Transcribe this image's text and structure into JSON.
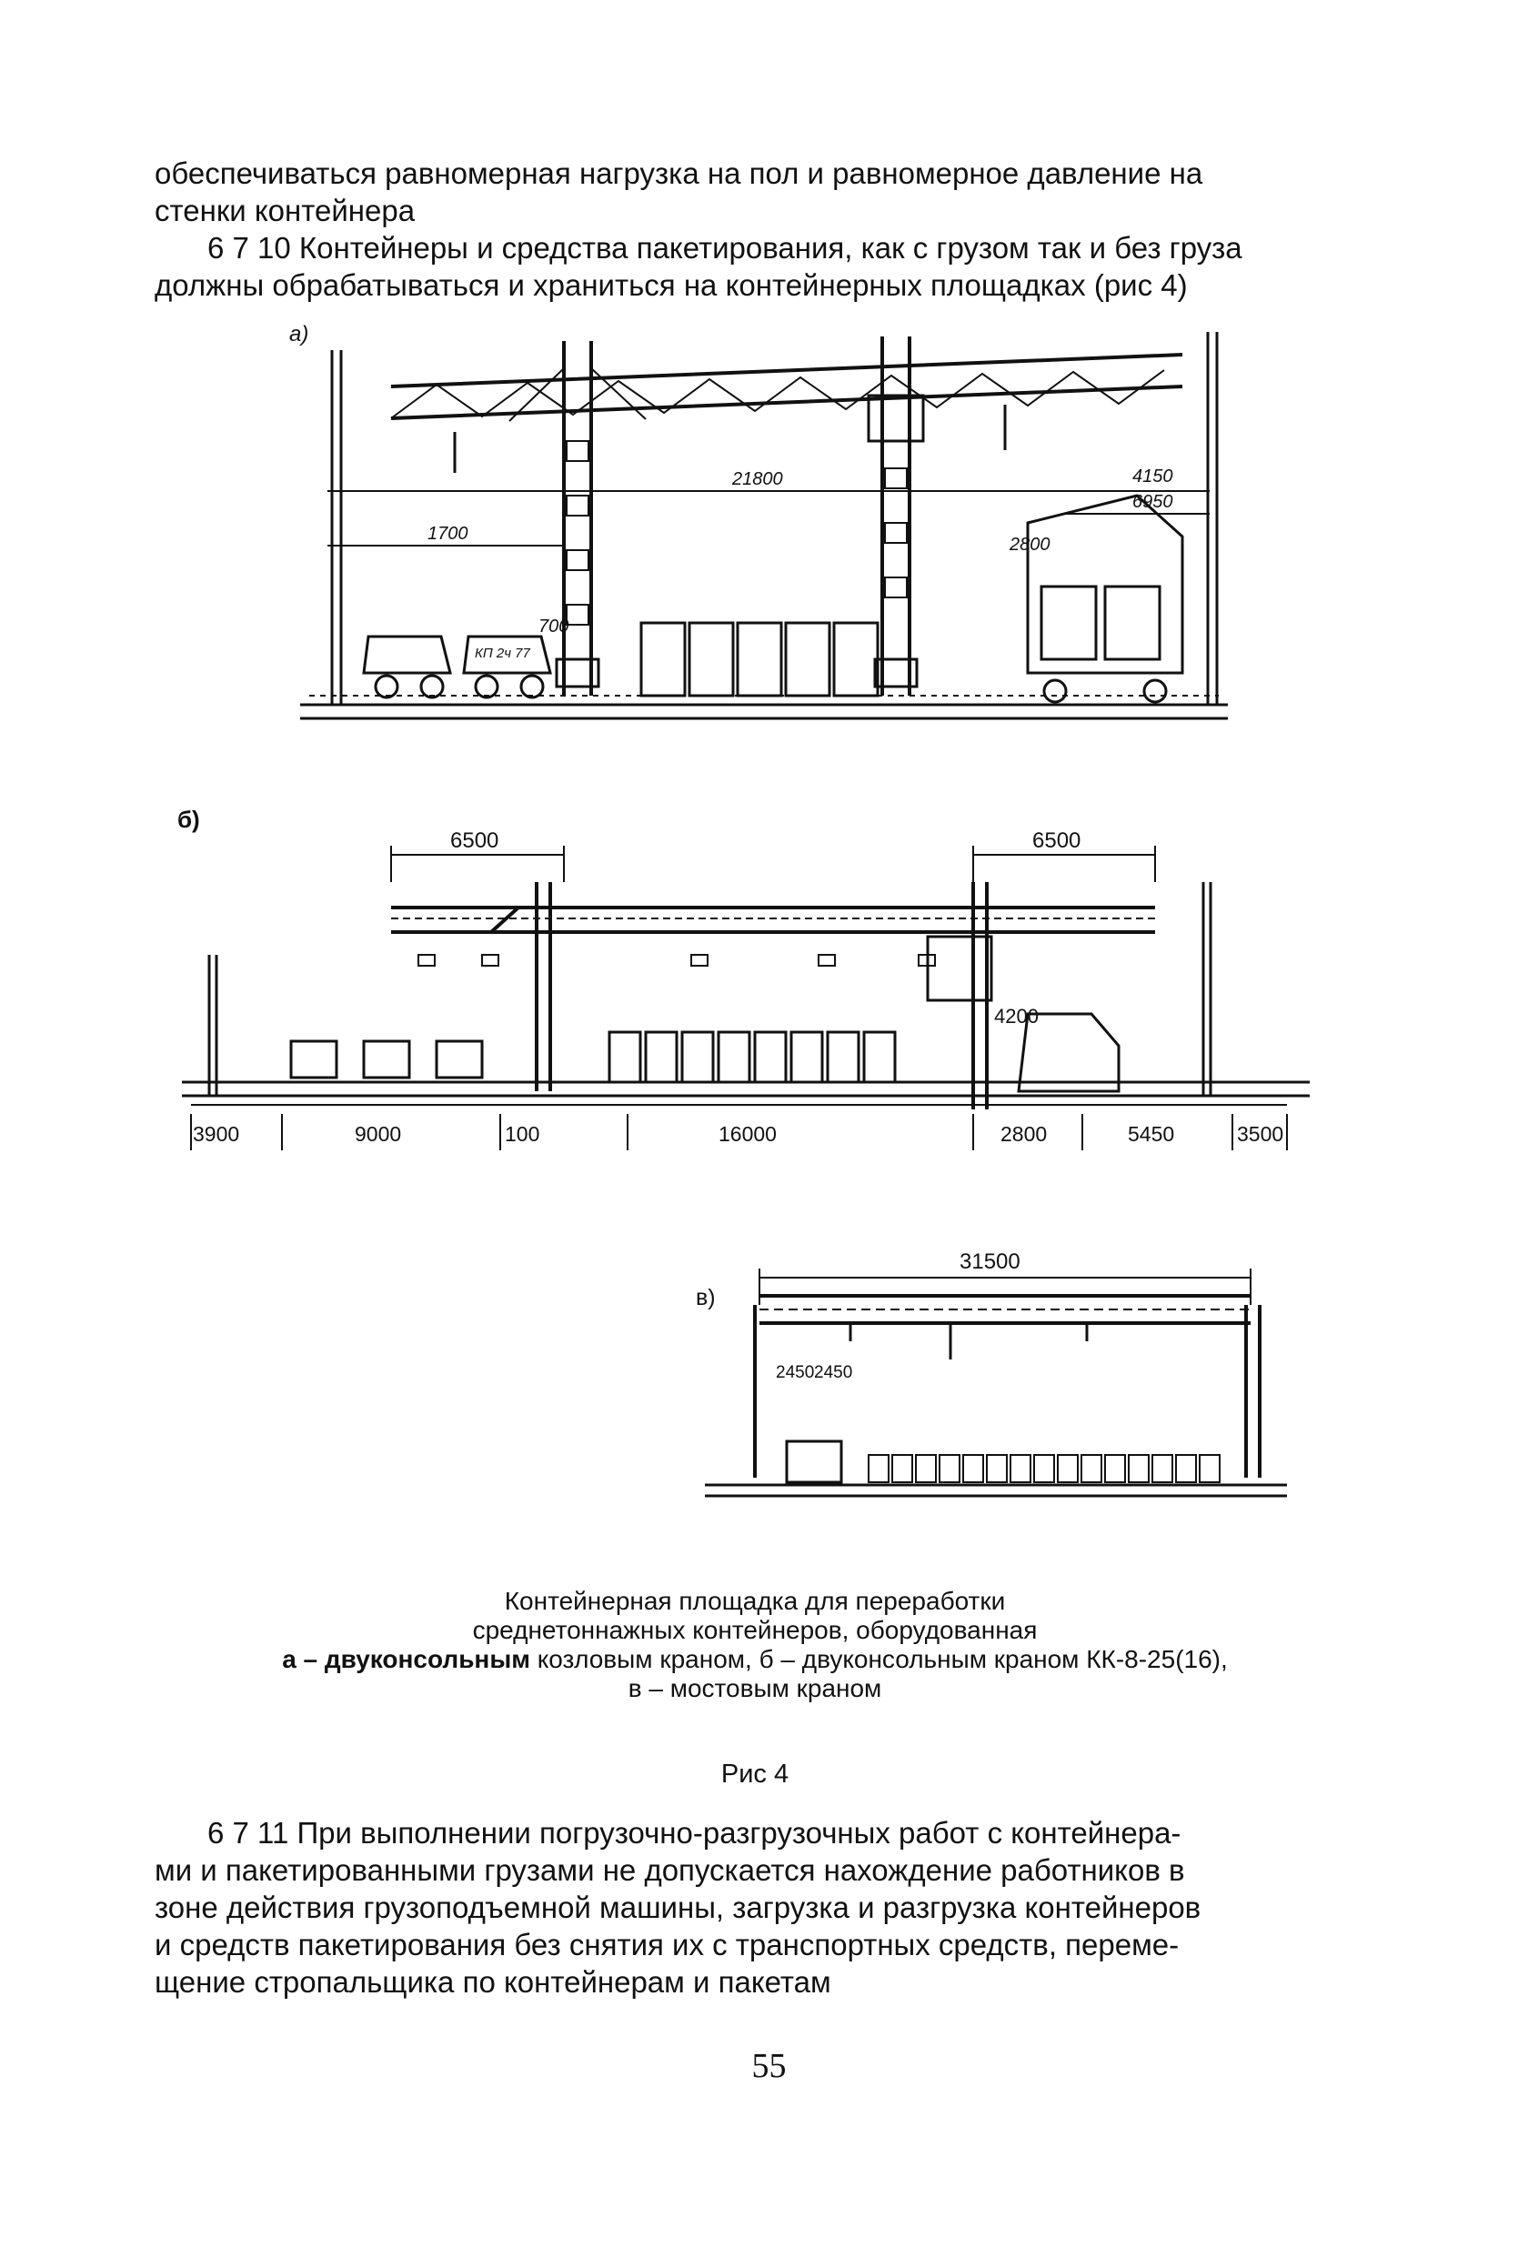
{
  "paragraphs": {
    "p1_line1": "обеспечиваться равномерная нагрузка на пол и равномерное давление на",
    "p1_line2": "стенки контейнера",
    "p2_line1": "6 7 10 Контейнеры и средства пакетирования, как с грузом так и без груза",
    "p2_line2": "должны обрабатываться и храниться на контейнерных площадках (рис 4)",
    "p3_line1": "6 7 11 При выполнении погрузочно-разгрузочных работ с контейнера-",
    "p3_line2": "ми и пакетированными грузами не допускается нахождение работников в",
    "p3_line3": "зоне действия грузоподъемной машины, загрузка и разгрузка контейнеров",
    "p3_line4": "и средств пакетирования без снятия их с транспортных средств, переме-",
    "p3_line5": "щение стропальщика по контейнерам и пакетам"
  },
  "figure_a": {
    "label": "а)",
    "dims": {
      "span": "21800",
      "left_height": "1700",
      "right_h1": "4150",
      "right_h2": "6950",
      "inner": "2800",
      "post": "700",
      "truck_plate": "КП 2ч 77"
    }
  },
  "figure_b": {
    "label": "б)",
    "dims": {
      "left_top": "6500",
      "right_top": "6500",
      "inner": "4200",
      "bottom": [
        "3900",
        "9000",
        "100",
        "16000",
        "2800",
        "5450",
        "3500"
      ]
    }
  },
  "figure_c": {
    "label": "в)",
    "dims": {
      "span": "31500",
      "inner_left": "2450",
      "inner_right": "2450"
    }
  },
  "caption": {
    "line1": "Контейнерная площадка для переработки",
    "line2": "среднетоннажных контейнеров, оборудованная",
    "line3_bold": "а – двуконсольным",
    "line3_rest": " козловым краном, б – двуконсольным краном КК-8-25(16),",
    "line4": "в – мостовым краном"
  },
  "figure_number": "Рис 4",
  "page_number": "55"
}
